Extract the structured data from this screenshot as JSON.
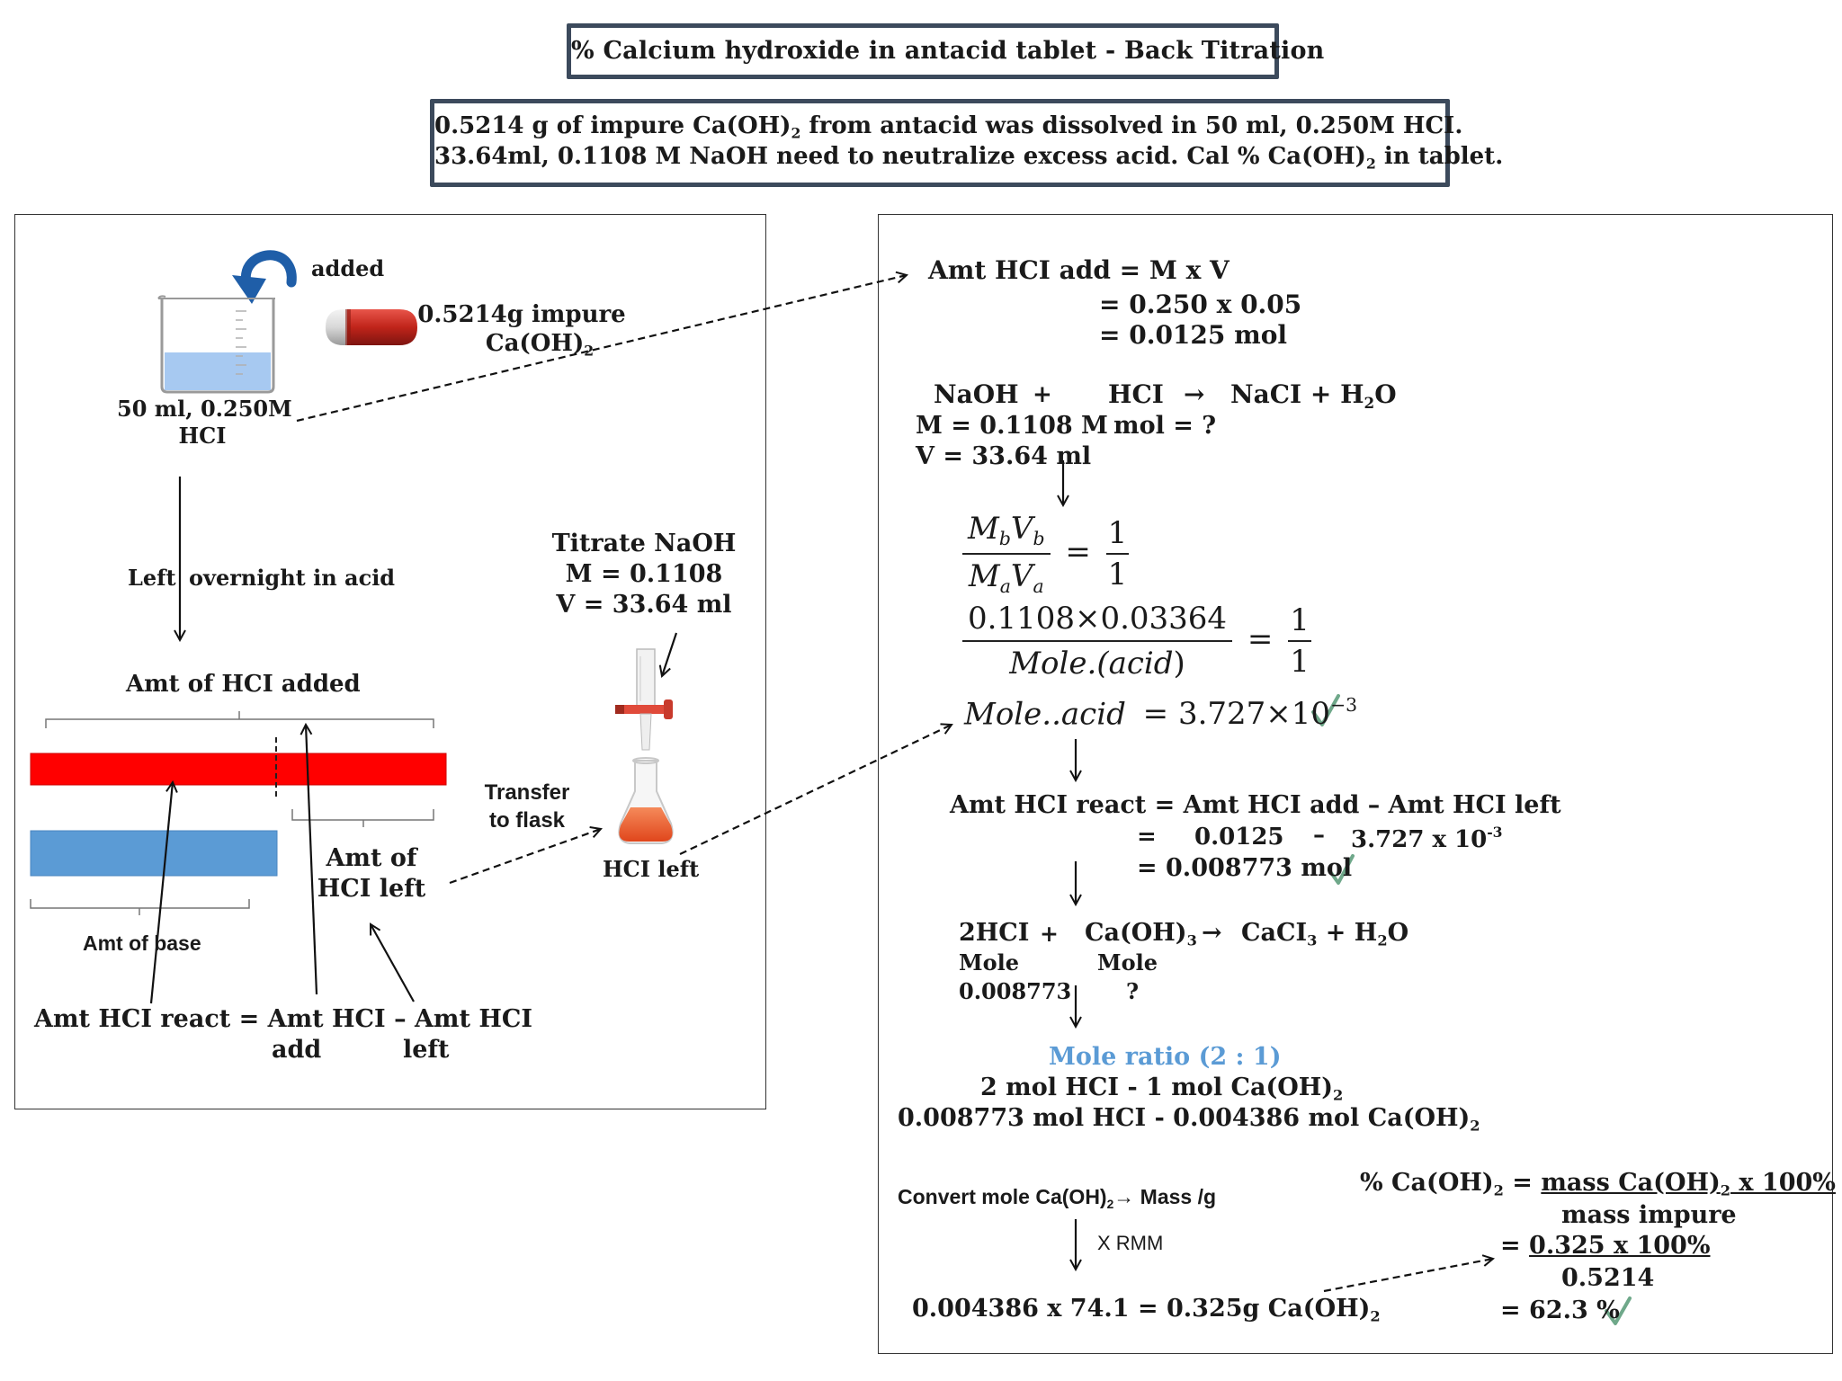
{
  "title": "% Calcium hydroxide in antacid tablet - Back Titration",
  "problem": {
    "line1": {
      "a": "0.5214 g of impure Ca(OH)",
      "b": "2",
      "c": " from antacid was dissolved in 50 ml, 0.250M HCI."
    },
    "line2": {
      "a": "33.64ml, 0.1108 M NaOH need to neutralize excess acid. Cal % Ca(OH)",
      "b": "2",
      "c": " in tablet."
    }
  },
  "left": {
    "added": "added",
    "tablet_mass": "0.5214g impure",
    "tablet_formula": {
      "a": "Ca(OH)",
      "b": "2"
    },
    "beaker_label_1": "50 ml, 0.250M",
    "beaker_label_2": "HCI",
    "left_word": "Left",
    "overnight": "overnight in acid",
    "amt_hcl_added": "Amt of HCI added",
    "amt_hcl_left_1": "Amt of",
    "amt_hcl_left_2": "HCI left",
    "amt_of_base": "Amt of base",
    "react_eq_1": "Amt HCI react = Amt HCI – Amt HCI",
    "react_eq_add": "add",
    "react_eq_left": "left",
    "titrate_1": "Titrate  NaOH",
    "titrate_2": "M = 0.1108",
    "titrate_3": "V = 33.64 ml",
    "transfer_1": "Transfer",
    "transfer_2": "to flask",
    "hcl_left": "HCI left",
    "colors": {
      "red_bar": "#ff0000",
      "blue_bar": "#5b9bd5",
      "liquid": "#9dc3f0",
      "flask_liquid": "#f06a3a",
      "accent_blue": "#5b9bd5",
      "check": "#6fa88a"
    }
  },
  "right": {
    "s1_line1": "Amt HCI add = M x V",
    "s1_line2": "= 0.250  x 0.05",
    "s1_line3": "= 0.0125 mol",
    "rx1_naoh": "NaOH",
    "rx1_plus": "+",
    "rx1_hcl": "HCI",
    "rx1_arrow": "→",
    "rx1_prod": {
      "a": "NaCI  +  H",
      "b": "2",
      "c": "O"
    },
    "rx1_m": "M = 0.1108 M",
    "rx1_mol": "mol = ?",
    "rx1_v": "V = 33.64 ml",
    "f1_num": {
      "a": "M",
      "b": "b",
      "c": "V",
      "d": "b"
    },
    "f1_den": {
      "a": "M",
      "b": "a",
      "c": "V",
      "d": "a"
    },
    "f1_eq": "=",
    "f1_r_num": "1",
    "f1_r_den": "1",
    "f2_num": "0.1108×0.03364",
    "f2_den_a": "Mole.(",
    "f2_den_b": "acid",
    "f2_den_c": ")",
    "f2_eq": "=",
    "f2_r_num": "1",
    "f2_r_den": "1",
    "mole_acid": {
      "a": "Mole..acid",
      "b": "= 3.727×10",
      "c": "−3"
    },
    "react_1": "Amt HCI react  = Amt HCI add – Amt HCI left",
    "react_2a": "=",
    "react_2b": "0.0125",
    "react_2c": "–",
    "react_2d": {
      "a": "3.727 x 10",
      "b": "-3"
    },
    "react_3": "= 0.008773 mol",
    "rx2_hcl": "2HCI",
    "rx2_plus": "+",
    "rx2_caoh": {
      "a": "Ca(OH)",
      "b": "3"
    },
    "rx2_arrow": "→",
    "rx2_prod": {
      "a": "CaCI",
      "b": "3",
      "c": "  +  H",
      "d": "2",
      "e": "O"
    },
    "rx2_mole1": "Mole",
    "rx2_mole2": "Mole",
    "rx2_val": "0.008773",
    "rx2_q": "?",
    "ratio_title": "Mole ratio (2 : 1)",
    "ratio_1": {
      "a": "2 mol HCI  -  1 mol Ca(OH)",
      "b": "2"
    },
    "ratio_2": {
      "a": "0.008773 mol HCI  -  0.004386 mol Ca(OH)",
      "b": "2"
    },
    "convert": {
      "a": "Convert mole Ca(OH)",
      "b": "2",
      "c": "→  Mass /g"
    },
    "xrmm": "X RMM",
    "mass_result": {
      "a": "0.004386 x 74.1 = 0.325g Ca(OH)",
      "b": "2"
    },
    "pct_1": {
      "a": "% Ca(OH)",
      "b": "2",
      "c": " =  ",
      "d": "mass Ca(OH)",
      "e": "2",
      "f": " x 100%"
    },
    "pct_2": "mass impure",
    "pct_3": {
      "a": "= ",
      "b": "0.325  x 100%"
    },
    "pct_4": "0.5214",
    "pct_5": "=  62.3 %"
  }
}
